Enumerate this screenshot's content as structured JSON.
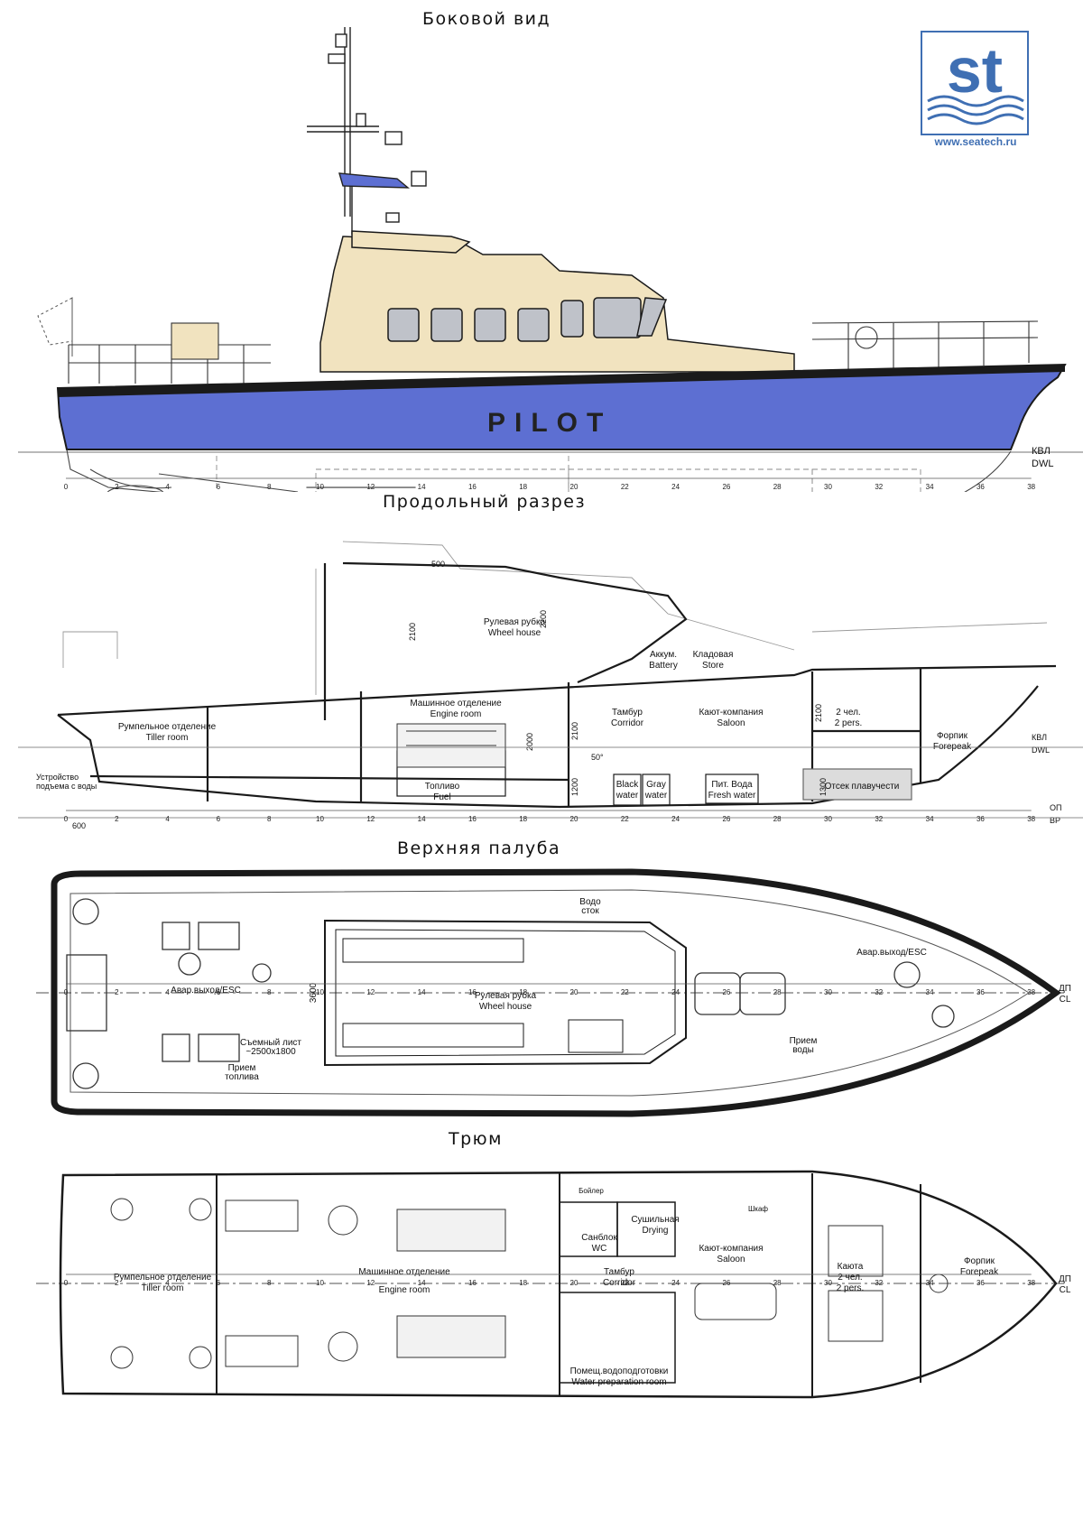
{
  "views": {
    "side": {
      "title": "Боковой вид"
    },
    "section": {
      "title": "Продольный разрез"
    },
    "deck": {
      "title": "Верхняя палуба"
    },
    "hold": {
      "title": "Трюм"
    }
  },
  "logo": {
    "mark": "st",
    "url": "www.seatech.ru",
    "color": "#3f6fb3"
  },
  "colors": {
    "hull": "#5d6fd2",
    "superstructure": "#f1e3bf",
    "line": "#1a1a1a",
    "thin": "#777777"
  },
  "side_view": {
    "hull_text": "PILOT",
    "waterline_ru": "КВЛ",
    "waterline_en": "DWL",
    "baseline_ru": "ОП",
    "baseline_en": "BP"
  },
  "frame_labels": [
    "0",
    "2",
    "4",
    "6",
    "8",
    "10",
    "12",
    "14",
    "16",
    "18",
    "20",
    "22",
    "24",
    "26",
    "28",
    "30",
    "32",
    "34",
    "36",
    "38"
  ],
  "section_view": {
    "wheelhouse": {
      "ru": "Рулевая рубка",
      "en": "Wheel house"
    },
    "battery": {
      "ru": "Аккум.",
      "en": "Battery"
    },
    "store": {
      "ru": "Кладовая",
      "en": "Store"
    },
    "engine": {
      "ru": "Машинное отделение",
      "en": "Engine room"
    },
    "tiller": {
      "ru": "Румпельное отделение",
      "en": "Tiller room"
    },
    "corridor": {
      "ru": "Тамбур",
      "en": "Corridor"
    },
    "saloon": {
      "ru": "Кают-компания",
      "en": "Saloon"
    },
    "cabin": {
      "ru": "2 чел.",
      "en": "2 pers."
    },
    "forepeak": {
      "ru": "Форпик",
      "en": "Forepeak"
    },
    "fuel": {
      "ru": "Топливо",
      "en": "Fuel"
    },
    "black_water": {
      "ru": "Black",
      "en": "water"
    },
    "gray_water": {
      "ru": "Gray",
      "en": "water"
    },
    "fresh_water": {
      "ru": "Пит. Вода",
      "en": "Fresh water"
    },
    "buoyancy": "Отсек плавучести",
    "lift_device": {
      "line1": "Устройство",
      "line2": "подъема с воды"
    },
    "dims": {
      "d600": "600",
      "d2100a": "2100",
      "d2200": "2200",
      "d2000": "2000",
      "d2100b": "2100",
      "d2100c": "2100",
      "d1200": "1200",
      "d1300": "1300",
      "d500": "500",
      "angle": "50°"
    }
  },
  "deck_view": {
    "wheelhouse": {
      "ru": "Рулевая рубка",
      "en": "Wheel house"
    },
    "esc_aft": "Авар.выход/ESC",
    "esc_fwd": "Авар.выход/ESC",
    "removable_sheet": {
      "line1": "Съемный лист",
      "line2": "~2500x1800"
    },
    "fuel_intake": {
      "line1": "Прием",
      "line2": "топлива"
    },
    "water_intake": {
      "line1": "Прием",
      "line2": "воды"
    },
    "drain": {
      "line1": "Водо",
      "line2": "сток"
    },
    "dim": "3600",
    "cl_ru": "ДП",
    "cl_en": "CL"
  },
  "hold_view": {
    "tiller": {
      "ru": "Румпельное отделение",
      "en": "Tiller room"
    },
    "engine": {
      "ru": "Машинное отделение",
      "en": "Engine room"
    },
    "wc": {
      "ru": "Санблок",
      "en": "WC"
    },
    "drying": {
      "ru": "Сушильная",
      "en": "Drying"
    },
    "corridor": {
      "ru": "Тамбур",
      "en": "Corridor"
    },
    "saloon": {
      "ru": "Кают-компания",
      "en": "Saloon"
    },
    "cabin": {
      "ru": "Каюта",
      "line2": "2 чел.",
      "en": "2 pers."
    },
    "forepeak": {
      "ru": "Форпик",
      "en": "Forepeak"
    },
    "water_prep": {
      "ru": "Помещ.водоподготовки",
      "en": "Water preparation room"
    },
    "boiler": "Бойлер",
    "wardrobe": "Шкаф",
    "cl_ru": "ДП",
    "cl_en": "CL"
  }
}
